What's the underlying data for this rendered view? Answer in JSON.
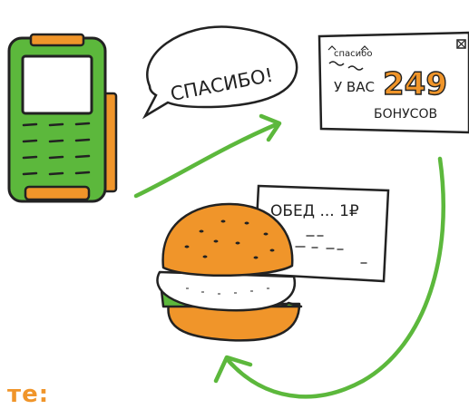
{
  "speech_bubble": {
    "text": "СПАСИБО!"
  },
  "receipt": {
    "stamp": "спасибо",
    "prefix": "У ВАС",
    "amount": "249",
    "suffix": "БОНУСОВ"
  },
  "lunch_ticket": {
    "text": "ОБЕД ... 1₽"
  },
  "footer": {
    "text": "те:"
  },
  "colors": {
    "green": "#5cb83c",
    "orange": "#f0952a",
    "ink": "#222222"
  }
}
